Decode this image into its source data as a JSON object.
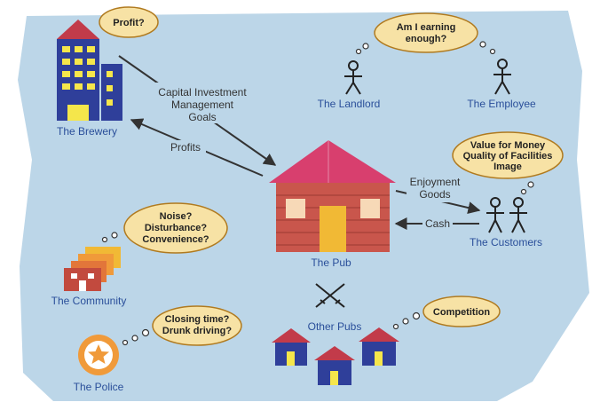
{
  "colors": {
    "background": "#bcd6e8",
    "label_blue": "#2a4f9a",
    "bubble_fill": "#f7e2a5",
    "bubble_stroke": "#b07a1f",
    "arrow": "#333333",
    "brick": "#c9564c",
    "roof_pink": "#d83f6e",
    "door": "#f1b935",
    "building_blue": "#2f3f9a",
    "windows_yellow": "#f5e64b"
  },
  "icons": [
    "brewery-building-icon",
    "pub-house-icon",
    "stick-figure-icon",
    "community-houses-icon",
    "police-badge-icon",
    "crossed-swords-icon",
    "small-house-icon"
  ],
  "brewery": {
    "label": "The Brewery",
    "bubble": "Profit?",
    "arrow_to_pub": [
      "Capital Investment",
      "Management",
      "Goals"
    ],
    "arrow_from_pub": "Profits"
  },
  "pub": {
    "label": "The Pub"
  },
  "landlord": {
    "label": "The Landlord"
  },
  "employee": {
    "label": "The Employee",
    "bubble": [
      "Am I earning",
      "enough?"
    ]
  },
  "customers": {
    "label": "The Customers",
    "bubble": [
      "Value for Money",
      "Quality of Facilities",
      "Image"
    ],
    "arrow_to": [
      "Enjoyment",
      "Goods"
    ],
    "arrow_from": "Cash"
  },
  "community": {
    "label": "The Community",
    "bubble": [
      "Noise?",
      "Disturbance?",
      "Convenience?"
    ]
  },
  "police": {
    "label": "The Police",
    "bubble": [
      "Closing time?",
      "Drunk driving?"
    ]
  },
  "other_pubs": {
    "label": "Other Pubs",
    "bubble": "Competition"
  }
}
